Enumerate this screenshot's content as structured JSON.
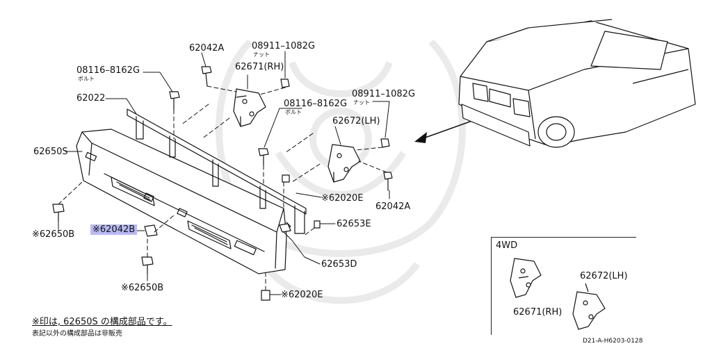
{
  "labels": {
    "p62042a_top": "62042A",
    "p08911_top": "08911–1082G",
    "nut_top": "ナット",
    "p62671rh": "62671(RH)",
    "p08116_left": "08116–8162G",
    "bolt_left": "ボルト",
    "p62022": "62022",
    "p08116_mid": "08116–8162G",
    "bolt_mid": "ボルト",
    "p08911_right": "08911–1082G",
    "nut_right": "ナット",
    "p62672lh": "62672(LH)",
    "p62650s": "62650S",
    "p62020e_mid": "※62020E",
    "p62042a_right": "62042A",
    "p62650b_left": "※62650B",
    "p62042b": "※62042B",
    "p62653e": "62653E",
    "p62653d": "62653D",
    "p62650b_bottom": "※62650B",
    "p62020e_bottom": "※62020E"
  },
  "inset": {
    "title": "4WD",
    "p62672lh": "62672(LH)",
    "p62671rh": "62671(RH)"
  },
  "footer": {
    "note_line1": "※印は, 62650S の構成部品です。",
    "note_line2": "表記以外の構成部品は非販売",
    "code": "D21-A-H6203-0128"
  }
}
